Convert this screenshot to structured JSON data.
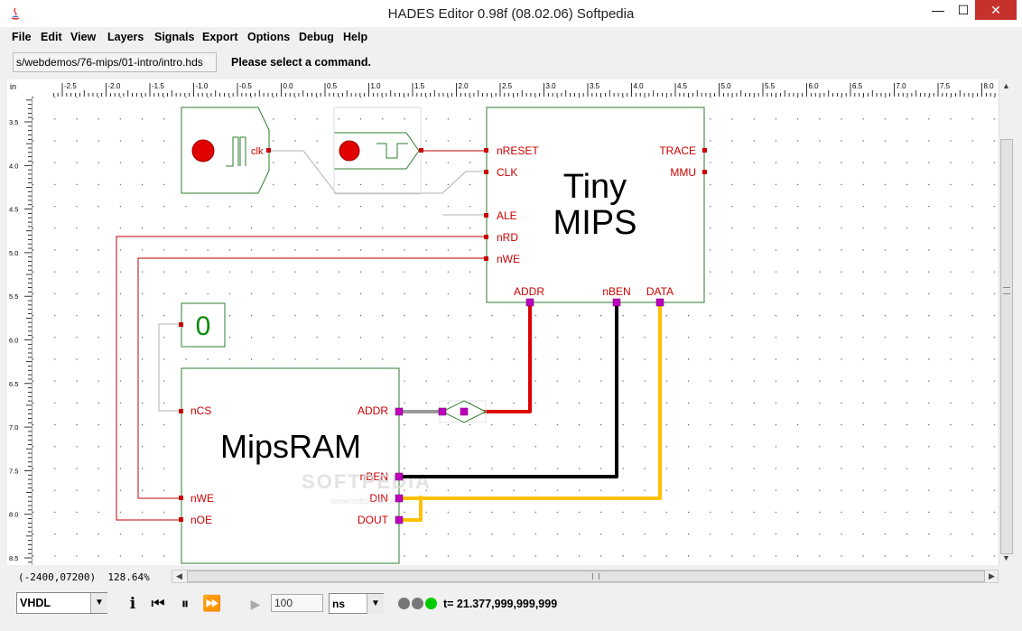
{
  "window": {
    "title": "HADES Editor 0.98f (08.02.06)   Softpedia",
    "min_glyph": "—",
    "max_glyph": "☐",
    "close_glyph": "✕"
  },
  "menu": [
    "File",
    "Edit",
    "View",
    "Layers",
    "Signals",
    "Export",
    "Options",
    "Debug",
    "Help"
  ],
  "command_bar": {
    "path": "s/webdemos/76-mips/01-intro/intro.hds",
    "message": "Please select a command."
  },
  "rulers": {
    "corner": "in",
    "top_ticks": [
      "-2.5",
      "-2.0",
      "-1.5",
      "-1.0",
      "-0.5",
      "0.0",
      "0.5",
      "1.0",
      "1.5",
      "2.0",
      "2.5",
      "3.0",
      "3.5",
      "4.0",
      "4.5",
      "5.0",
      "5.5",
      "6.0",
      "6.5",
      "7.0",
      "7.5",
      "8.0"
    ],
    "left_ticks": [
      "3.5",
      "4.0",
      "4.5",
      "5.0",
      "5.5",
      "6.0",
      "6.5",
      "7.0",
      "7.5",
      "8.0",
      "8.5"
    ]
  },
  "schematic": {
    "clock_label": "clk",
    "tiny_mips": {
      "title_line1": "Tiny",
      "title_line2": "MIPS",
      "left_ports": [
        "nRESET",
        "CLK",
        "ALE",
        "nRD",
        "nWE"
      ],
      "right_ports": [
        "TRACE",
        "MMU"
      ],
      "bottom_ports": [
        "ADDR",
        "nBEN",
        "DATA"
      ]
    },
    "constant_value": "0",
    "mips_ram": {
      "title": "MipsRAM",
      "left_ports": [
        "nCS",
        "nWE",
        "nOE"
      ],
      "right_ports": [
        "ADDR",
        "nBEN",
        "DIN",
        "DOUT"
      ]
    },
    "watermark": "SOFTPEDIA",
    "watermark_url": "www.softpedia.com"
  },
  "status": {
    "coords": "(-2400,07200)",
    "zoom": "128.64%"
  },
  "toolbar": {
    "language": "VHDL",
    "info_glyph": "i",
    "rewind_glyph": "⏮",
    "pause_glyph": "⏸",
    "ffwd_glyph": "⏩",
    "step_glyph": "▶",
    "time_value": "100",
    "time_unit": "ns",
    "sim_time": "t= 21.377,999,999,999"
  },
  "colors": {
    "component_outline": "#2e7d2e",
    "port_red": "#cc0000",
    "wire_red": "#dd0000",
    "wire_black": "#000000",
    "wire_yellow": "#ffc000",
    "wire_gray": "#999999",
    "led_gray": "#777777",
    "led_green": "#00cc00"
  }
}
